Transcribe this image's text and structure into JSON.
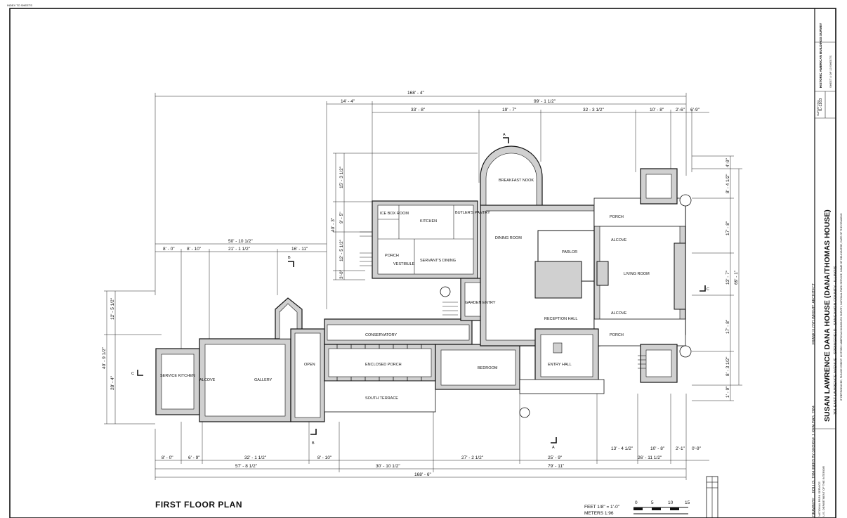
{
  "sheet": {
    "header_small": "INDEX TO SHEETS",
    "title": "FIRST FLOOR PLAN",
    "project_name": "SUSAN LAWRENCE DANA HOUSE (DANA/THOMAS HOUSE)",
    "address": "301 EAST LAWRENCE AVENUE · SPRINGFIELD · SANGAMON COUNTY · ILLINOIS",
    "architect": "FRANK LLOYD WRIGHT, ARCHITECT",
    "credit": "DRAWN BY ... HOLLIS, 1984   INKED BY GEORGE J. KRAUSAS, 1984",
    "agency": "NATIONAL PARK SERVICE",
    "dept": "U.S. DEPARTMENT OF THE INTERIOR",
    "survey": "HISTORIC AMERICAN BUILDINGS SURVEY",
    "sheet_no": "SHEET 4 OF 13 SHEETS",
    "survey_no": "IL-1163",
    "survey_no_label": "SURVEY NO.",
    "reproduction_note": "IF REPRODUCED, PLEASE CREDIT: HISTORIC AMERICAN BUILDINGS SURVEY, NATIONAL PARK SERVICE, NAME OF DELINEATOR, DATE OF THE DRAWING",
    "scale_feet": "FEET  1/8\" = 1'-0\"",
    "scale_meters": "METERS  1:96",
    "scale_ticks": [
      "0",
      "5",
      "10",
      "15"
    ]
  },
  "rooms": {
    "breakfast_nook": "BREAKFAST NOOK",
    "ice_box_room": "ICE BOX ROOM",
    "kitchen": "KITCHEN",
    "butlers_pantry": "BUTLER'S PANTRY",
    "porch_upper": "PORCH",
    "dining_room": "DINING ROOM",
    "parlor": "PARLOR",
    "alcove_upper": "ALCOVE",
    "living_room": "LIVING ROOM",
    "alcove_lower": "ALCOVE",
    "porch_service": "PORCH",
    "vestibule": "VESTIBULE",
    "servants_dining": "SERVANT'S DINING",
    "garden_entry": "GARDEN ENTRY",
    "reception_hall": "RECEPTION HALL",
    "porch_lower": "PORCH",
    "conservatory": "CONSERVATORY",
    "enclosed_porch": "ENCLOSED PORCH",
    "bedroom": "BEDROOM",
    "entry_hall": "ENTRY HALL",
    "open": "OPEN",
    "gallery": "GALLERY",
    "alcove_west": "ALCOVE",
    "service_kitchen": "SERVICE KITCHEN",
    "south_terrace": "SOUTH TERRACE"
  },
  "dims": {
    "overall_top": "168' - 4\"",
    "top_left": "14' - 4\"",
    "top_right": "99' - 1 1/2\"",
    "t1": "33' - 8\"",
    "t2": "19' - 7\"",
    "t3": "32 - 3 1/2\"",
    "t4": "10' - 8\"",
    "t5": "2'-6\"",
    "t6": "6'-9\"",
    "west_overall": "50' - 10 1/2\"",
    "w1": "8' - 0\"",
    "w2": "8' - 10\"",
    "w3": "21' - 1 1/2\"",
    "w4": "16' - 11\"",
    "b1": "8' - 0\"",
    "b2": "6' - 9\"",
    "b3": "32' - 1 1/2\"",
    "b4": "8' - 10\"",
    "b5": "27' - 2 1/2\"",
    "b6": "25' - 9\"",
    "b7": "13' - 4 1/2\"",
    "b8": "10' - 8\"",
    "b9": "2'-1\"",
    "b10": "0'-9\"",
    "bb1": "57' - 8 1/2\"",
    "bb2": "30' - 10 1/2\"",
    "bb3": "79' - 11\"",
    "bb4": "26' - 11 1/2\"",
    "overall_bottom": "168' - 6\"",
    "left_overall": "40' - 9 1/2\"",
    "left_1": "12' - 5 1/2\"",
    "left_2": "28' - 4\"",
    "k_overall": "40' - 3\"",
    "k1": "15' - 3 1/2\"",
    "k2": "9' - 5\"",
    "k3": "12' - 5 1/2\"",
    "k4": "3'-0\"",
    "r_overall": "69' - 1\"",
    "r1": "4'-9\"",
    "r2": "8' - 4 1/2\"",
    "r3": "17' - 8\"",
    "r4": "13' - 7\"",
    "r5": "17' - 8\"",
    "r6": "8' - 3 1/2\"",
    "r7": "1' - 9\""
  },
  "section_marks": {
    "a_top": "A",
    "a_bottom": "A",
    "b_top": "B",
    "b_bottom": "B",
    "c_left": "C",
    "c_right": "C"
  }
}
